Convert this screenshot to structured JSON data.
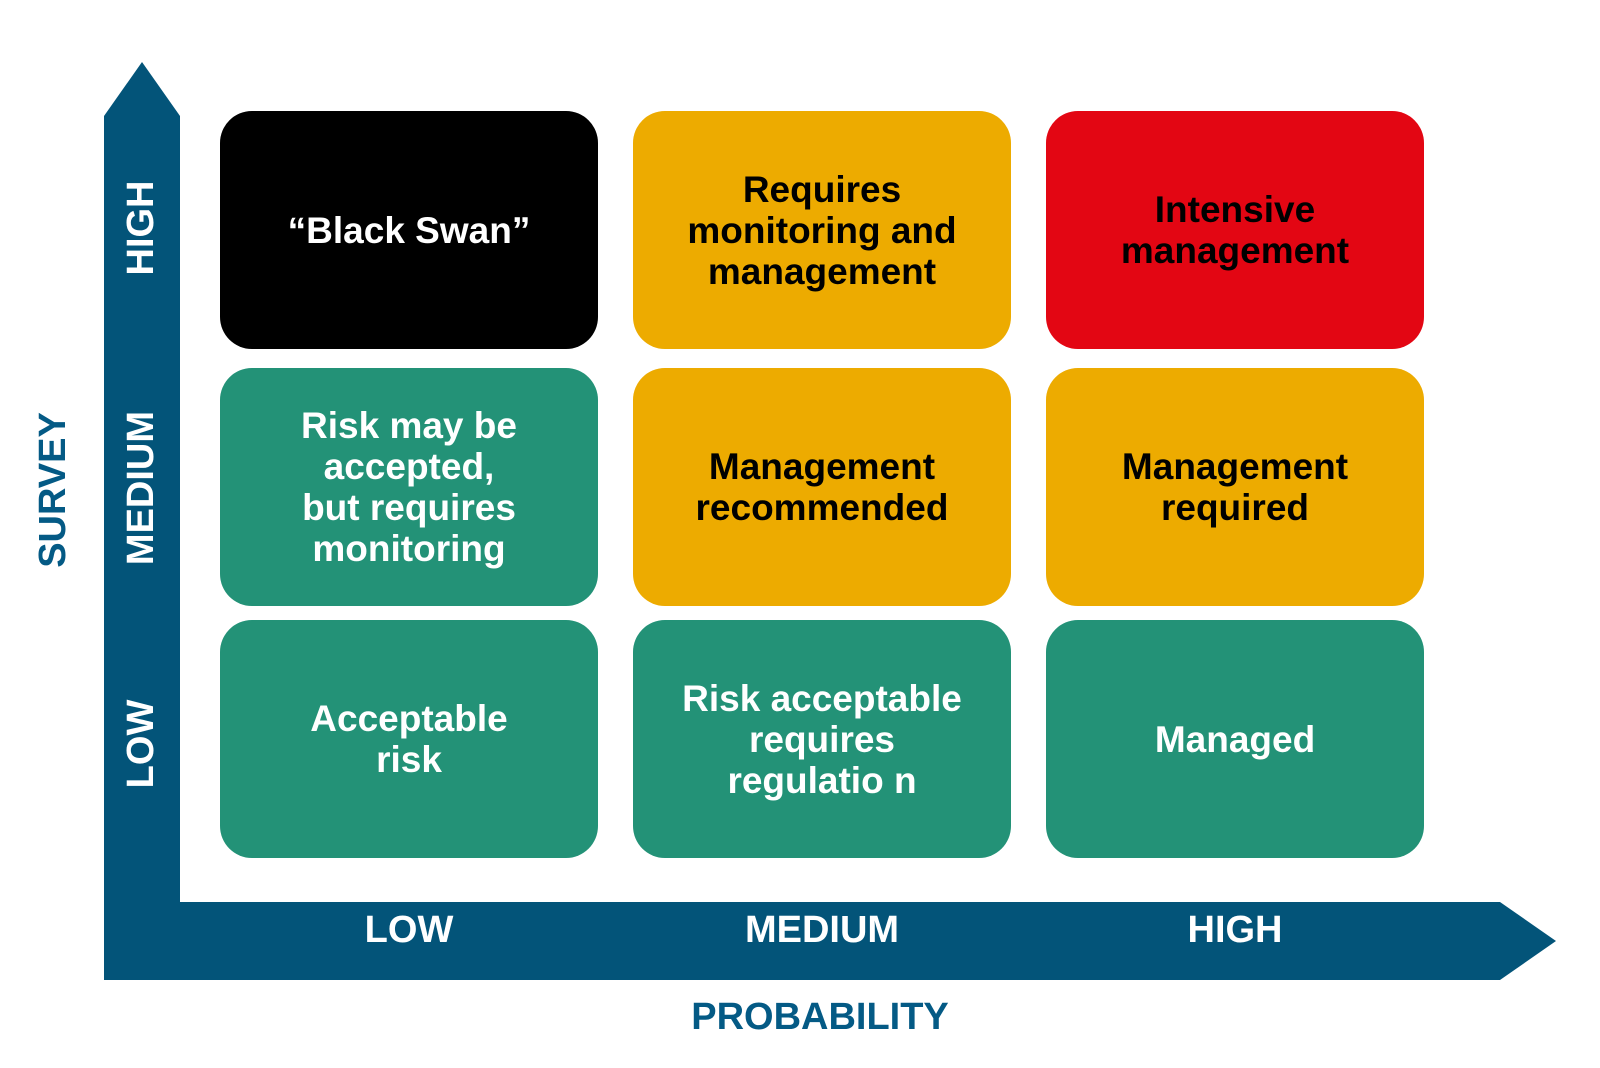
{
  "colors": {
    "axis": "#035479",
    "axis_title": "#045a85",
    "green": "#239277",
    "amber": "#edab00",
    "red": "#e30613",
    "black": "#000000"
  },
  "x_axis": {
    "title": "PROBABILITY",
    "ticks": [
      "LOW",
      "MEDIUM",
      "HIGH"
    ]
  },
  "y_axis": {
    "title": "SURVEY",
    "ticks": [
      "LOW",
      "MEDIUM",
      "HIGH"
    ]
  },
  "matrix": [
    {
      "row": "HIGH",
      "col": "LOW",
      "text": "“Black Swan”",
      "fill": "#000000",
      "text_color": "#ffffff"
    },
    {
      "row": "HIGH",
      "col": "MEDIUM",
      "text": "Requires\nmonitoring and\nmanagement",
      "fill": "#edab00",
      "text_color": "#000000"
    },
    {
      "row": "HIGH",
      "col": "HIGH",
      "text": "Intensive\nmanagement",
      "fill": "#e30613",
      "text_color": "#000000"
    },
    {
      "row": "MEDIUM",
      "col": "LOW",
      "text": "Risk may be\naccepted,\nbut requires\nmonitoring",
      "fill": "#239277",
      "text_color": "#ffffff"
    },
    {
      "row": "MEDIUM",
      "col": "MEDIUM",
      "text": "Management\nrecommended",
      "fill": "#edab00",
      "text_color": "#000000"
    },
    {
      "row": "MEDIUM",
      "col": "HIGH",
      "text": "Management\nrequired",
      "fill": "#edab00",
      "text_color": "#000000"
    },
    {
      "row": "LOW",
      "col": "LOW",
      "text": "Acceptable\nrisk",
      "fill": "#239277",
      "text_color": "#ffffff"
    },
    {
      "row": "LOW",
      "col": "MEDIUM",
      "text": "Risk acceptable\nrequires\nregulatio n",
      "fill": "#239277",
      "text_color": "#ffffff"
    },
    {
      "row": "LOW",
      "col": "HIGH",
      "text": "Managed",
      "fill": "#239277",
      "text_color": "#ffffff"
    }
  ]
}
